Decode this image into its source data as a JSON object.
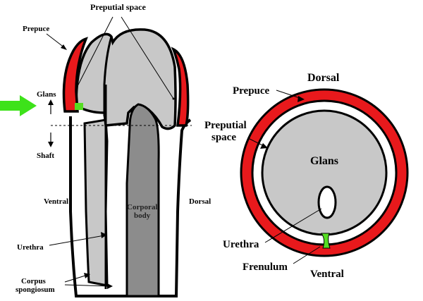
{
  "left_diagram": {
    "labels": {
      "preputial_space": "Preputial space",
      "prepuce": "Prepuce",
      "glans": "Glans",
      "shaft": "Shaft",
      "ventral": "Ventral",
      "dorsal": "Dorsal",
      "corporal_body_line1": "Corporal",
      "corporal_body_line2": "body",
      "urethra": "Urethra",
      "corpus_spongiosum_line1": "Corpus",
      "corpus_spongiosum_line2": "spongiosum"
    }
  },
  "right_diagram": {
    "labels": {
      "dorsal": "Dorsal",
      "prepuce": "Prepuce",
      "preputial_space_line1": "Preputial",
      "preputial_space_line2": "space",
      "glans": "Glans",
      "urethra": "Urethra",
      "frenulum": "Frenulum",
      "ventral": "Ventral"
    }
  },
  "colors": {
    "prepuce": "#e8191c",
    "frenulum": "#55dd22",
    "glans": "#c8c8c8",
    "corporal_body": "#8c8c8c",
    "arrow": "#3de21a",
    "outline": "#000000"
  }
}
